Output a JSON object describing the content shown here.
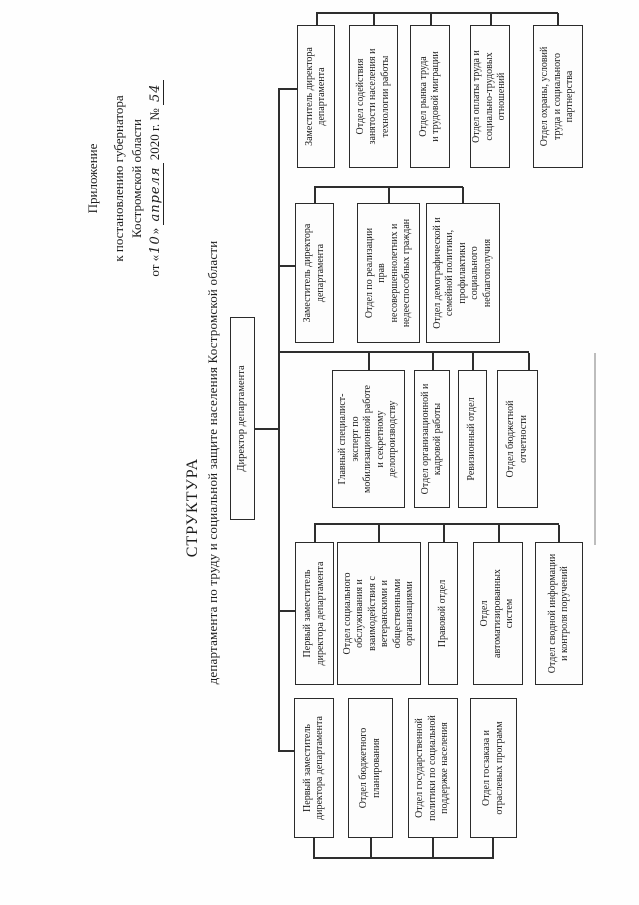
{
  "annex": {
    "line1": "Приложение",
    "line2": "к постановлению губернатора",
    "line3": "Костромской области",
    "date": {
      "prefix": "от «",
      "day": "10",
      "after_day": "»",
      "month": "апреля",
      "rest": "2020 г. №",
      "number": "54"
    }
  },
  "title": {
    "line1": "СТРУКТУРА",
    "line2": "департамента по труду и социальной защите населения Костромской области"
  },
  "org": {
    "director": "Директор департамента",
    "columns": [
      {
        "head": "Первый заместитель\nдиректора департамента",
        "departments": [
          "Отдел бюджетного\nпланирования",
          "Отдел государственной\nполитики по социальной\nподдержке населения",
          "Отдел госзаказа и\nотраслевых программ"
        ]
      },
      {
        "head": "Первый заместитель\nдиректора департамента",
        "departments": [
          "Отдел социального\nобслуживания и\nвзаимодействия с\nветеранскими и\nобщественными\nорганизациями",
          "Правовой отдел",
          "Отдел\nавтоматизированных\nсистем",
          "Отдел сводной информации\nи контроля поручений"
        ]
      },
      {
        "head": null,
        "departments": [
          "Главный специалист-\nэксперт по\nмобилизационной работе\nи секретному\nделопроизводству",
          "Отдел организационной и\nкадровой работы",
          "Ревизионный отдел",
          "Отдел бюджетной\nотчетности"
        ]
      },
      {
        "head": "Заместитель директора\nдепартамента",
        "departments": [
          "Отдел по реализации\nправ\nнесовершеннолетних и\nнедееспособных граждан",
          "Отдел демографической и\nсемейной политики,\nпрофилактики\nсоциального\nнеблагополучия"
        ]
      },
      {
        "head": "Заместитель директора\nдепартамента",
        "departments": [
          "Отдел содействия\nзанятости населения и\nтехнологии работы",
          "Отдел рынка труда\nи трудовой миграции",
          "Отдел оплаты труда и\nсоциально-трудовых\nотношений",
          "Отдел охраны, условий\nтруда и социального\nпартнерства"
        ]
      }
    ]
  }
}
